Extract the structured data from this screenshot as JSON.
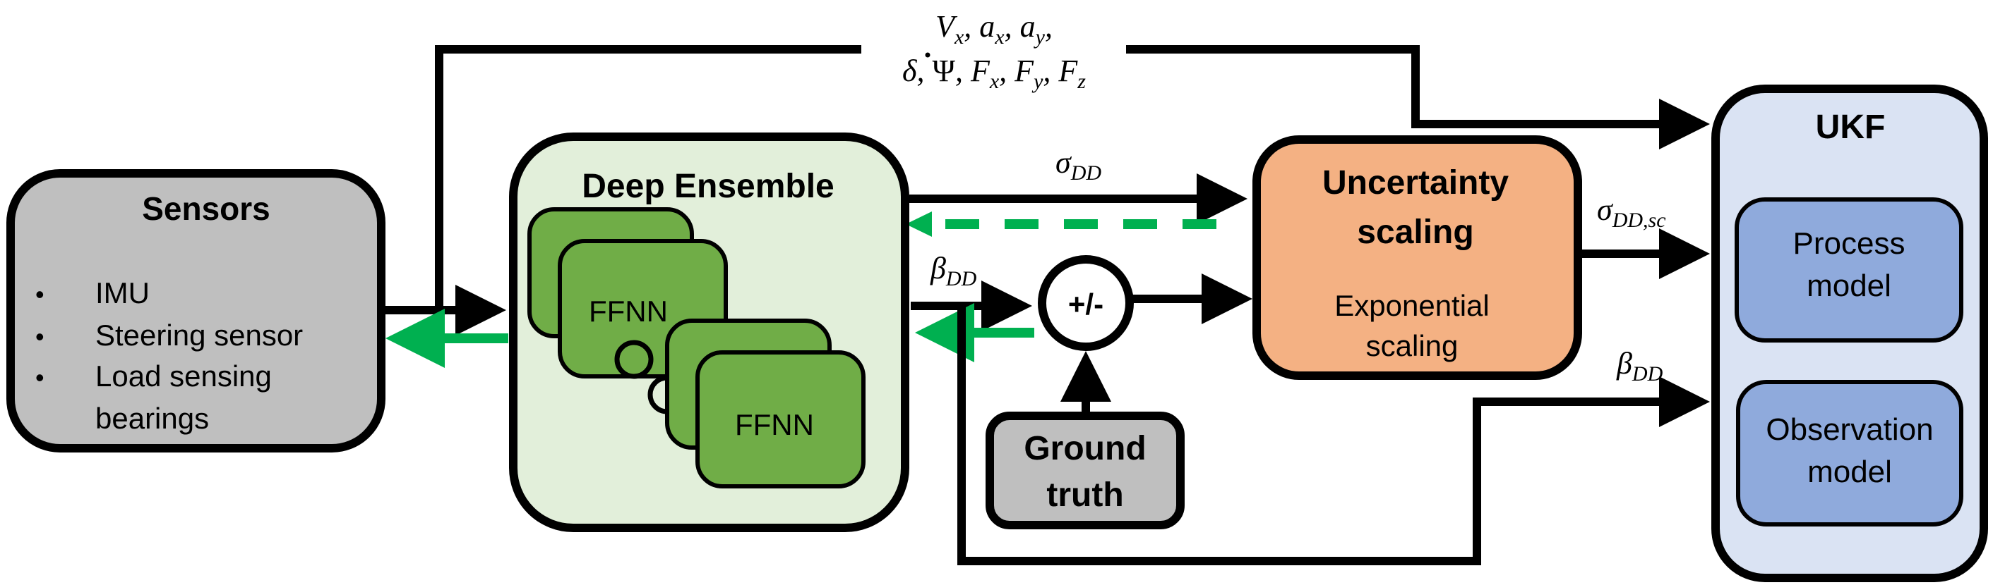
{
  "colors": {
    "sensors_fill": "#bfbfbf",
    "ensemble_fill": "#e2efda",
    "ffnn_fill": "#70ad47",
    "scaling_fill": "#f4b183",
    "ukf_fill": "#dae3f3",
    "ukf_inner_fill": "#8faadc",
    "ground_truth_fill": "#bfbfbf",
    "feedback_arrow": "#00b050",
    "stroke": "#000000"
  },
  "sensors": {
    "title": "Sensors",
    "bullet": "•",
    "items": [
      "IMU",
      "Steering sensor",
      "Load sensing",
      "bearings"
    ]
  },
  "deep_ensemble": {
    "title": "Deep Ensemble",
    "member_label_1": "FFNN",
    "member_label_2": "FFNN"
  },
  "signals": {
    "bypass_line1": "Vₓ, aₓ, a_y,",
    "bypass_line1_parts": [
      "V",
      "x",
      ", a",
      "x",
      ", a",
      "y",
      ","
    ],
    "bypass_line2_parts": [
      "δ, ",
      "Ψ",
      ", F",
      "x",
      ", F",
      "y",
      ", F",
      "z"
    ],
    "sigma": "σ",
    "sigma_sub": "DD",
    "beta": "β",
    "beta_sub": "DD",
    "sigma_sc": "σ",
    "sigma_sc_sub": "DD,sc",
    "beta_ukf": "β",
    "beta_ukf_sub": "DD"
  },
  "comparator": {
    "label": "+/-"
  },
  "ground_truth": {
    "line1": "Ground",
    "line2": "truth"
  },
  "uncertainty_scaling": {
    "title_line1": "Uncertainty",
    "title_line2": "scaling",
    "subtitle_line1": "Exponential",
    "subtitle_line2": "scaling"
  },
  "ukf": {
    "title": "UKF",
    "process_line1": "Process",
    "process_line2": "model",
    "observation_line1": "Observation",
    "observation_line2": "model"
  }
}
